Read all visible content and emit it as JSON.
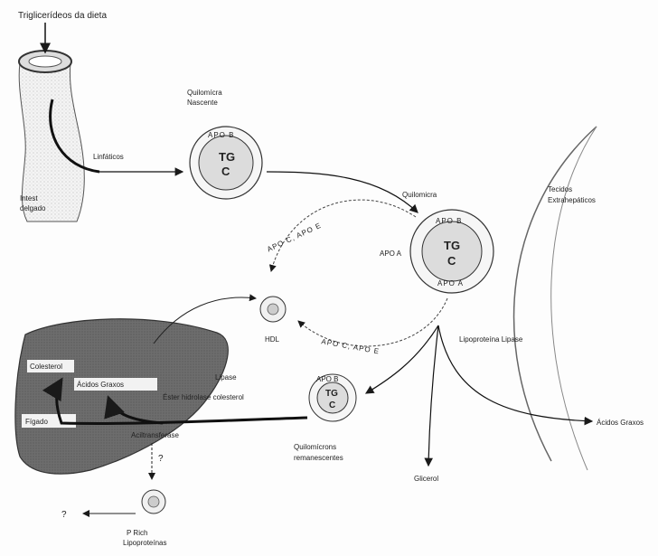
{
  "diagram": {
    "labels": {
      "dietary_triglycerides": "Triglicerídeos da dieta",
      "small_intestine_line1": "Intest",
      "small_intestine_line2": "delgado",
      "lymphatics": "Linfáticos",
      "nascent_chylomicron_line1": "Quilomícra",
      "nascent_chylomicron_line2": "Nascente",
      "chylomicron": "Quilomicra",
      "extrahepatic_tissues_line1": "Tecidos",
      "extrahepatic_tissues_line2": "Extrahepáticos",
      "hdl": "HDL",
      "lipoprotein_lipase": "Lipoproteína Lipase",
      "cholesterol": "Colesterol",
      "fatty_acids_liver": "Ácidos Graxos",
      "lipase": "Lipase",
      "ester_hydrolase": "Éster hidrolase colesterol",
      "liver": "Fígado",
      "acyltransferase": "Aciltransferase",
      "question_mark": "?",
      "remnants_line1": "Quilomícrons",
      "remnants_line2": "remanescentes",
      "glycerol": "Glicerol",
      "fatty_acids_right": "Ácidos Graxos",
      "question_left": "?",
      "vldl_line1": "P Rich",
      "vldl_line2": "Lipoproteínas"
    },
    "particle_core": {
      "tg": "TG",
      "c": "C"
    },
    "apo_labels": {
      "apo_b": "APO B",
      "apo_a": "APO A",
      "apo_e": "APO E",
      "apo_c": "APO C",
      "apo_ca": "APO C, APO E",
      "apo_cb": "APO C, APO E"
    },
    "colors": {
      "liver_fill": "#6d6d6d",
      "line": "#1a1a1a",
      "particle_ring": "#e8e8e8"
    }
  }
}
